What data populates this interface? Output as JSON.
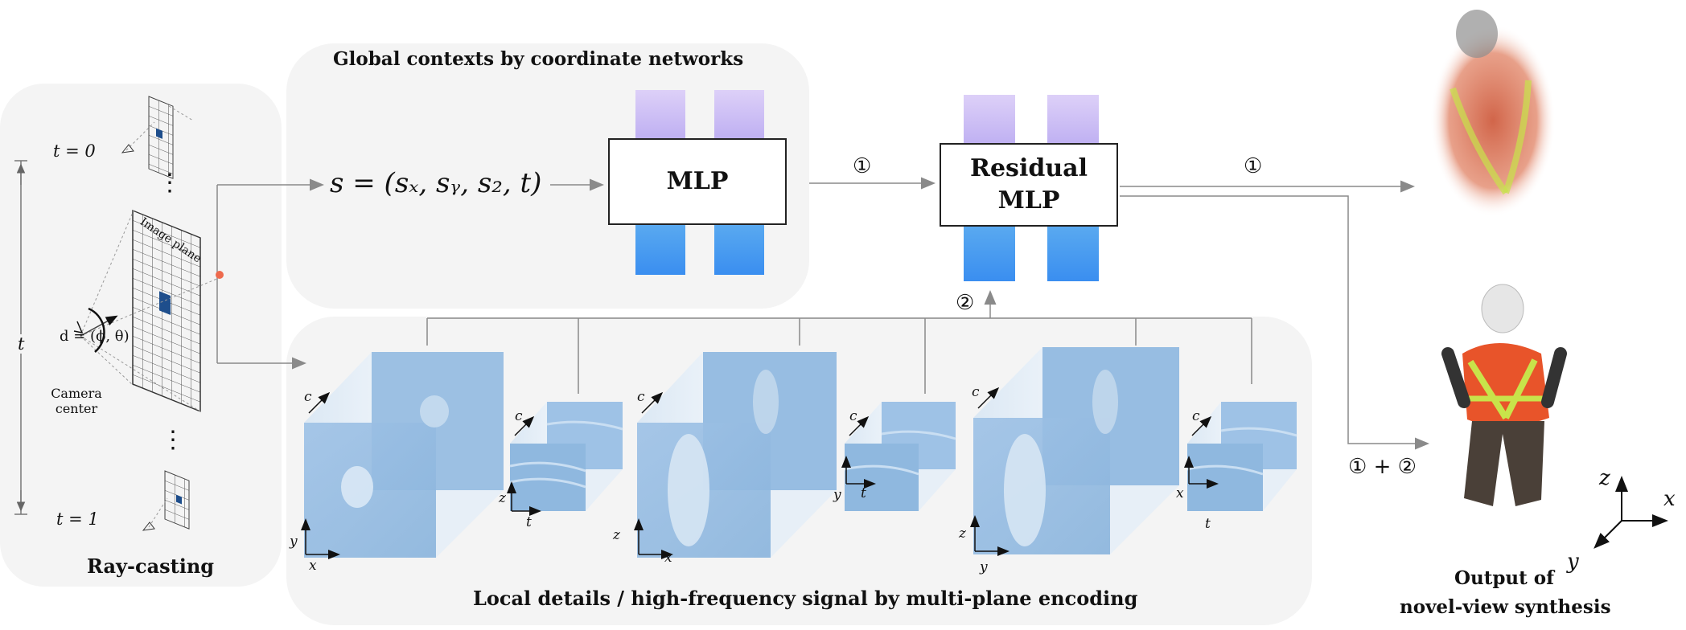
{
  "raycasting": {
    "title": "Ray-casting",
    "t0_label": "t = 0",
    "t1_label": "t = 1",
    "t_axis": "t",
    "image_plane": "Image plane",
    "direction": "d = (ϕ, θ)",
    "camera_center": "Camera center",
    "ellipsis": "⋮"
  },
  "global": {
    "title": "Global contexts by coordinate networks",
    "coord": "s = (sₓ, sᵧ, s₂, t)",
    "mlp_label": "MLP"
  },
  "residual": {
    "label_line1": "Residual",
    "label_line2": "MLP"
  },
  "arrows": {
    "one": "①",
    "two": "②",
    "one_plus_two": "① + ②"
  },
  "local": {
    "title": "Local details / high-frequency signal by multi-plane encoding",
    "groups": [
      {
        "big_axes": [
          "c",
          "y",
          "x"
        ],
        "small_axes": [
          "c",
          "z",
          "t"
        ]
      },
      {
        "big_axes": [
          "c",
          "z",
          "x"
        ],
        "small_axes": [
          "c",
          "y",
          "t"
        ]
      },
      {
        "big_axes": [
          "c",
          "z",
          "y"
        ],
        "small_axes": [
          "c",
          "x",
          "t"
        ]
      }
    ]
  },
  "output": {
    "title_line1": "Output of",
    "title_line2": "novel-view synthesis",
    "axis_z": "z",
    "axis_x": "x",
    "axis_y": "y"
  },
  "colors": {
    "panel_bg": "#f4f4f4",
    "bar_top": "#c9bcf5",
    "bar_bottom": "#4a9cf0",
    "arrow": "#8a8a8a",
    "node": "#ee6a4d",
    "vest": "#e8542a",
    "reflective": "#c8e34a"
  }
}
